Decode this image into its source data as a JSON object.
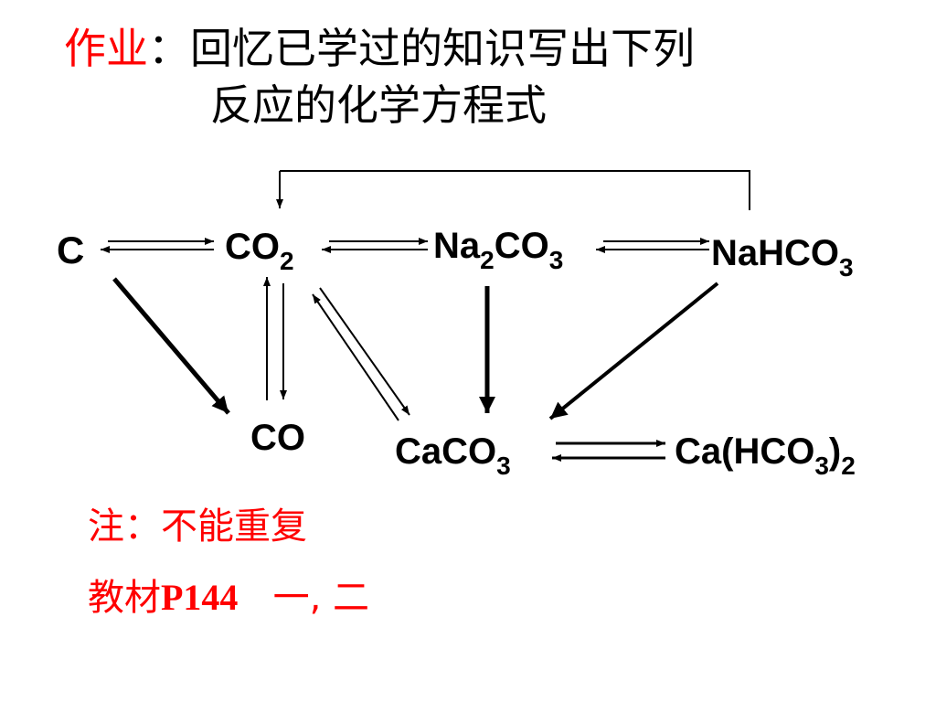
{
  "title": {
    "label": "作业",
    "colon": "：",
    "line1": "回忆已学过的知识写出下列",
    "line2": "反应的化学方程式"
  },
  "nodes": {
    "c": {
      "main": "C"
    },
    "co2": {
      "main": "CO",
      "sub": "2"
    },
    "na2co3": {
      "p1": "Na",
      "s1": "2",
      "p2": "CO",
      "s2": "3"
    },
    "nahco3": {
      "main": "NaHCO",
      "sub": "3"
    },
    "co": {
      "main": "CO"
    },
    "caco3": {
      "main": "CaCO",
      "sub": "3"
    },
    "cahco3": {
      "p1": "Ca(HCO",
      "s1": "3",
      "p2": ")",
      "s2": "2"
    }
  },
  "notes": {
    "line1": "注：不能重复",
    "line2_cn": "教材",
    "line2_page": "P144",
    "line2_rest": "一, 二"
  },
  "colors": {
    "accent": "#ff0000",
    "text": "#000000"
  }
}
